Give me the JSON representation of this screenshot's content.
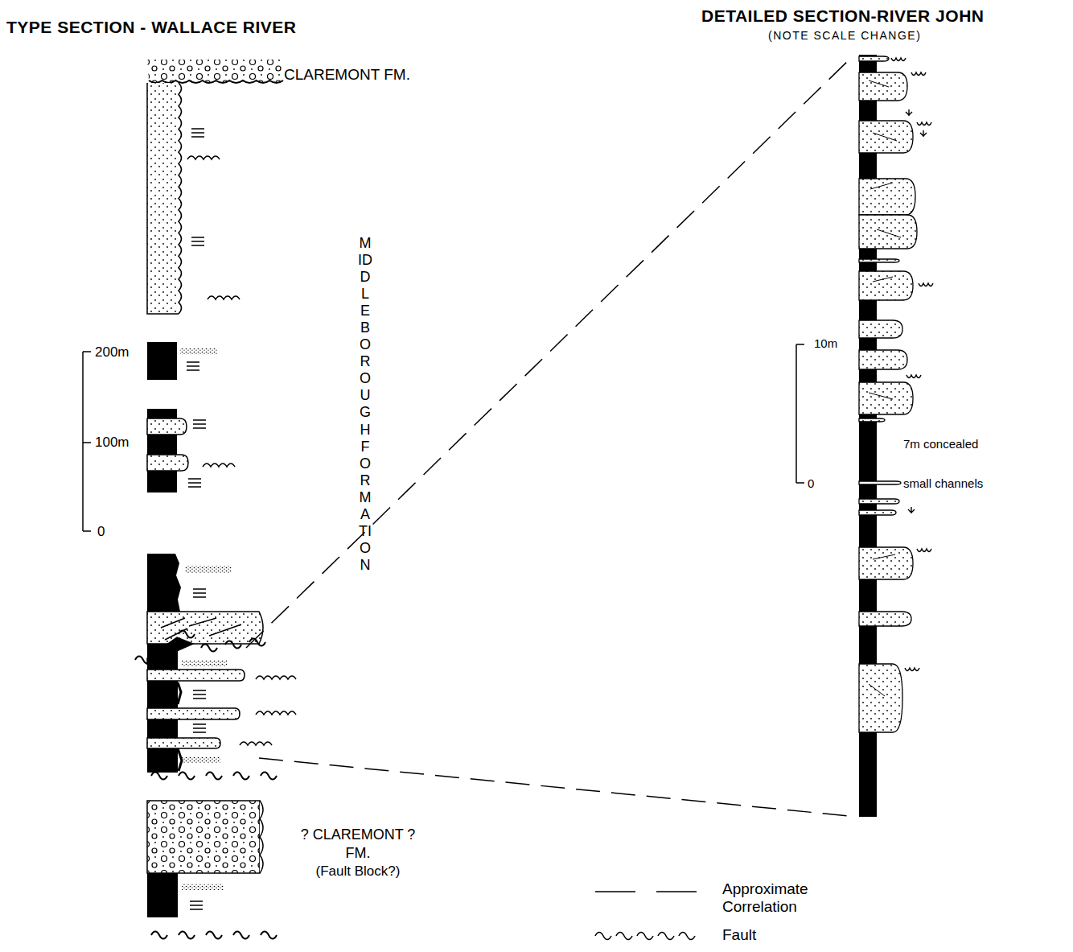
{
  "diagram": {
    "labels": [
      "TYPE SECTION - WALLACE RIVER",
      "DETAILED SECTION-RIVER JOHN",
      "(NOTE SCALE CHANGE)",
      "CLAREMONT FM.",
      "200m",
      "100m",
      "0",
      "MIDDLEBOROUGH FORMATION",
      "? CLAREMONT ?",
      "FM.",
      "(Fault Block?)",
      "10m",
      "0",
      "7m concealed",
      "small channels"
    ],
    "legend": [
      {
        "text": "Approximate Correlation"
      },
      {
        "text": "Fault"
      }
    ]
  }
}
